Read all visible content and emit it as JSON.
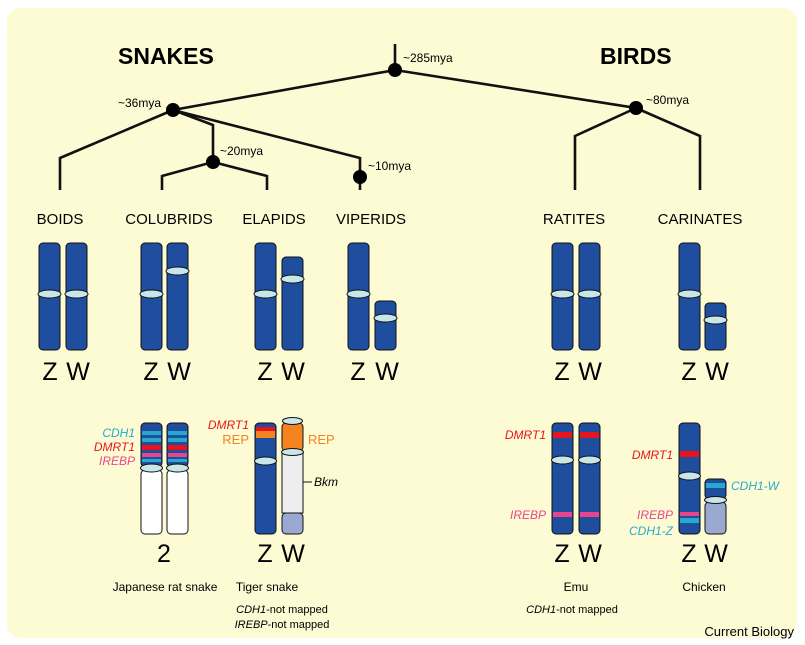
{
  "groups": {
    "snakes": "SNAKES",
    "birds": "BIRDS"
  },
  "dates": {
    "root": "~285mya",
    "snakes": "~36mya",
    "colubrid_elapid": "~20mya",
    "viperids": "~10mya",
    "birds": "~80mya"
  },
  "families": {
    "boids": "BOIDS",
    "colubrids": "COLUBRIDS",
    "elapids": "ELAPIDS",
    "viperids": "VIPERIDS",
    "ratites": "RATITES",
    "carinates": "CARINATES"
  },
  "chrom_labels": {
    "z": "Z",
    "w": "W",
    "two": "2"
  },
  "genes": {
    "cdh1": "CDH1",
    "dmrt1": "DMRT1",
    "irebp": "IREBP",
    "rep": "REP",
    "bkm": "Bkm",
    "cdh1_w": "CDH1-W",
    "cdh1_z": "CDH1-Z"
  },
  "species": {
    "rat_snake": "Japanese rat snake",
    "tiger_snake": "Tiger snake",
    "emu": "Emu",
    "chicken": "Chicken"
  },
  "notes": {
    "tiger_cdh1": "-not mapped",
    "tiger_irebp": "-not mapped",
    "emu_cdh1": "-not mapped"
  },
  "credit": "Current Biology",
  "colors": {
    "background": "#fdfbd4",
    "chromosome": "#1f4e9e",
    "centromere": "#c8e7ea",
    "dmrt1": "#e8141b",
    "irebp": "#e8468c",
    "cdh1": "#28a9cc",
    "rep": "#f5831f",
    "bkm_region": "#ededed",
    "w_lower": "#9aa9d0"
  }
}
